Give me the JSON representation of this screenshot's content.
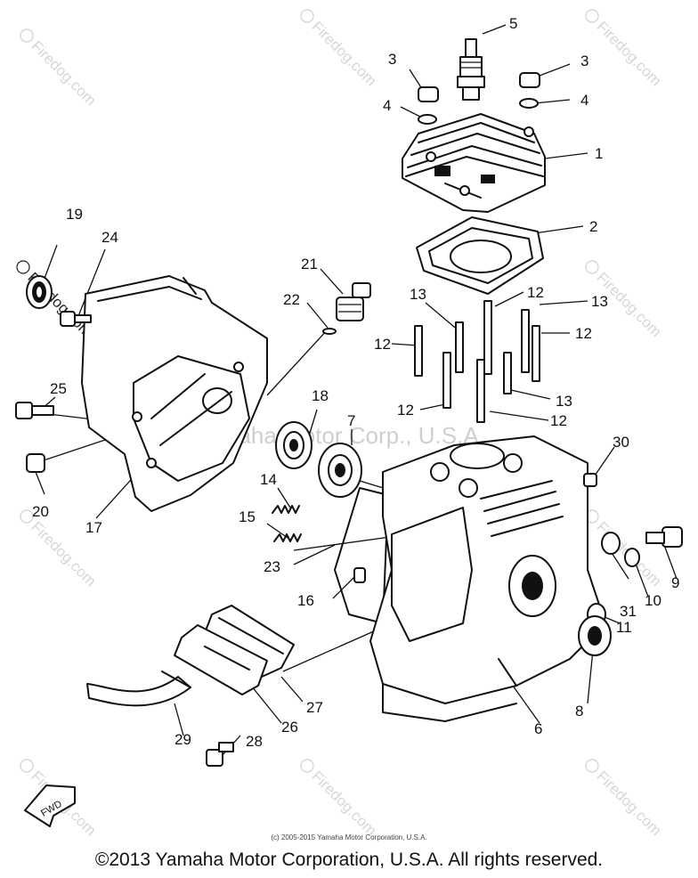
{
  "watermark_text": "Firedog.com",
  "center_watermark": "© Yamaha Motor Corp., U.S.A.",
  "copyright_small": "(c) 2005-2015 Yamaha Motor Corporation, U.S.A.",
  "copyright_main": "©2013 Yamaha Motor Corporation, U.S.A. All rights reserved.",
  "fwd_label": "FWD",
  "callouts": {
    "c1": "1",
    "c2": "2",
    "c3a": "3",
    "c3b": "3",
    "c4a": "4",
    "c4b": "4",
    "c5": "5",
    "c6": "6",
    "c7": "7",
    "c8": "8",
    "c9": "9",
    "c10": "10",
    "c11": "11",
    "c12a": "12",
    "c12b": "12",
    "c12c": "12",
    "c12d": "12",
    "c12e": "12",
    "c13a": "13",
    "c13b": "13",
    "c13c": "13",
    "c14": "14",
    "c15": "15",
    "c16": "16",
    "c17": "17",
    "c18": "18",
    "c19": "19",
    "c20": "20",
    "c21": "21",
    "c22": "22",
    "c23": "23",
    "c24": "24",
    "c25": "25",
    "c26": "26",
    "c27": "27",
    "c28": "28",
    "c29": "29",
    "c30": "30",
    "c31": "31"
  }
}
